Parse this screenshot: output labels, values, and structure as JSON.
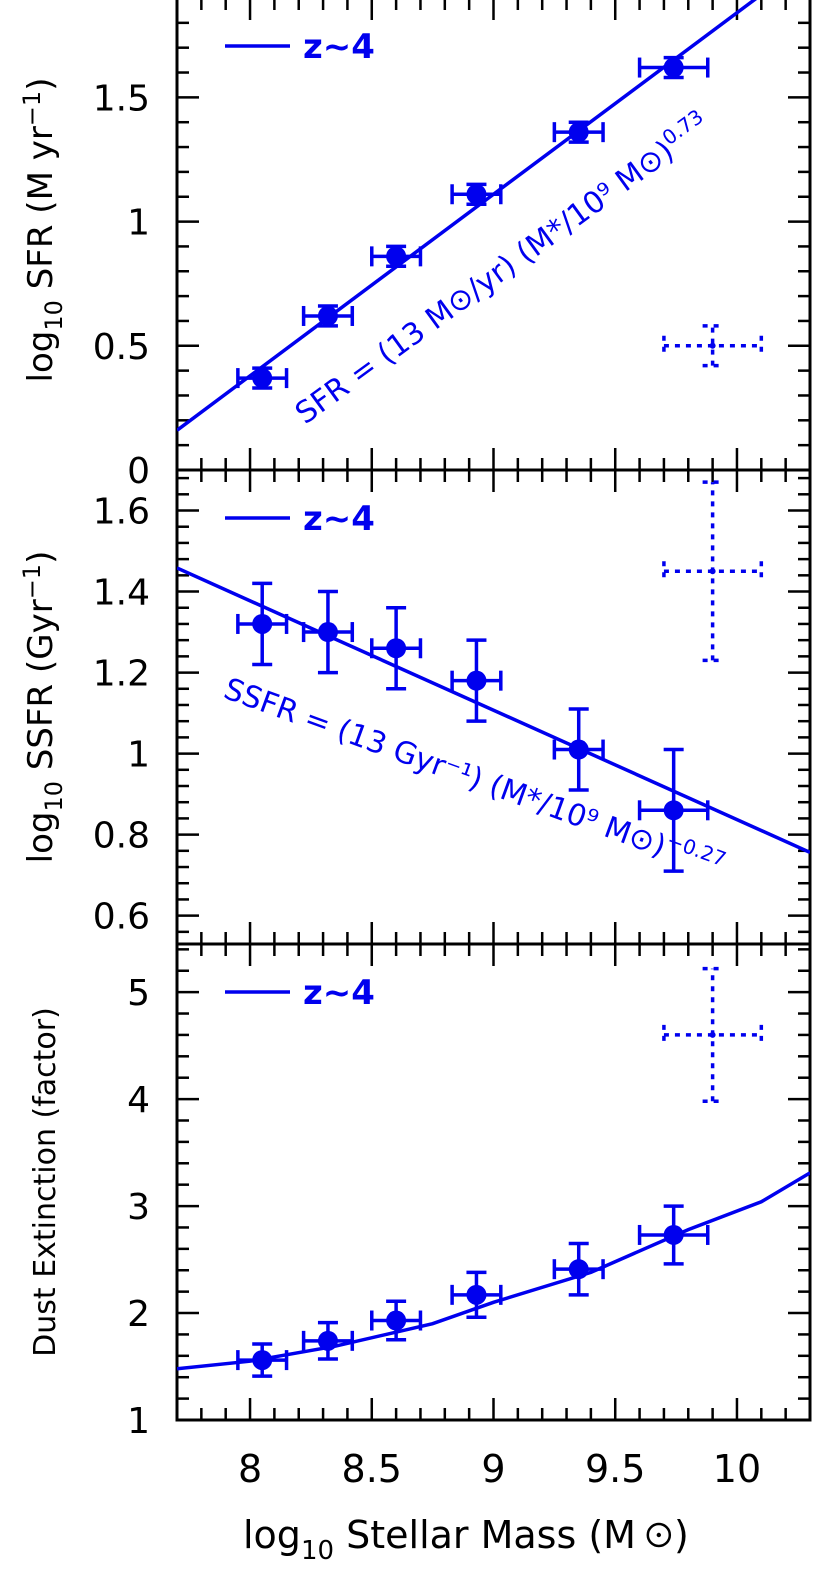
{
  "colors": {
    "series": "#0000ee",
    "axes": "#000000",
    "background": "#ffffff"
  },
  "xaxis": {
    "label_log": "log",
    "label_sub": "10",
    "label_main": "Stellar Mass (M",
    "label_close": ")",
    "range": [
      7.7,
      10.3
    ],
    "ticks": [
      8,
      8.5,
      9,
      9.5,
      10
    ],
    "tick_labels": [
      "8",
      "8.5",
      "9",
      "9.5",
      "10"
    ]
  },
  "chart_data": [
    {
      "type": "scatter",
      "panel": "top",
      "ylabel": {
        "log": "log",
        "sub": "10",
        "main": "SFR (M",
        "mid": " yr",
        "sup": "−1",
        "close": ")"
      },
      "ylim": [
        0,
        1.9
      ],
      "yticks": [
        0,
        0.5,
        1,
        1.5
      ],
      "ytick_labels": [
        "0",
        "0.5",
        "1",
        "1.5"
      ],
      "legend": {
        "label": "z~4",
        "position": "top-left"
      },
      "series": [
        {
          "name": "z~4",
          "points": [
            {
              "x": 8.05,
              "y": 0.37,
              "xerr": 0.1,
              "yerr": 0.04
            },
            {
              "x": 8.32,
              "y": 0.62,
              "xerr": 0.1,
              "yerr": 0.04
            },
            {
              "x": 8.6,
              "y": 0.86,
              "xerr": 0.1,
              "yerr": 0.04
            },
            {
              "x": 8.93,
              "y": 1.11,
              "xerr": 0.1,
              "yerr": 0.04
            },
            {
              "x": 9.35,
              "y": 1.36,
              "xerr": 0.1,
              "yerr": 0.04
            },
            {
              "x": 9.74,
              "y": 1.62,
              "xerr": 0.14,
              "yerr": 0.04
            }
          ],
          "fit_line": [
            [
              7.7,
              0.16
            ],
            [
              10.3,
              2.06
            ]
          ]
        }
      ],
      "typical_error": {
        "x": 9.9,
        "y": 0.5,
        "xerr": 0.2,
        "yerr": 0.08
      },
      "annotation": {
        "text": "SFR = (13 M⊙/yr) (M*/10⁹ M⊙)",
        "sup": "0.73"
      }
    },
    {
      "type": "scatter",
      "panel": "middle",
      "ylabel": {
        "log": "log",
        "sub": "10",
        "main": "SSFR (Gyr",
        "sup": "−1",
        "close": ")"
      },
      "ylim": [
        0.53,
        1.7
      ],
      "yticks": [
        0.6,
        0.8,
        1.0,
        1.2,
        1.4,
        1.6
      ],
      "ytick_labels": [
        "0.6",
        "0.8",
        "1",
        "1.2",
        "1.4",
        "1.6"
      ],
      "legend": {
        "label": "z~4",
        "position": "top-left"
      },
      "series": [
        {
          "name": "z~4",
          "points": [
            {
              "x": 8.05,
              "y": 1.32,
              "xerr": 0.1,
              "yerr": 0.1
            },
            {
              "x": 8.32,
              "y": 1.3,
              "xerr": 0.1,
              "yerr": 0.1
            },
            {
              "x": 8.6,
              "y": 1.26,
              "xerr": 0.1,
              "yerr": 0.1
            },
            {
              "x": 8.93,
              "y": 1.18,
              "xerr": 0.1,
              "yerr": 0.1
            },
            {
              "x": 9.35,
              "y": 1.01,
              "xerr": 0.1,
              "yerr": 0.1
            },
            {
              "x": 9.74,
              "y": 0.86,
              "xerr": 0.14,
              "yerr": 0.15
            }
          ],
          "fit_line": [
            [
              7.7,
              1.458
            ],
            [
              10.3,
              0.756
            ]
          ]
        }
      ],
      "typical_error": {
        "x": 9.9,
        "y": 1.45,
        "xerr": 0.2,
        "yerr": 0.22
      },
      "annotation": {
        "text": "SSFR = (13 Gyr⁻¹) (M*/10⁹ M⊙)",
        "sup": "−0.27"
      }
    },
    {
      "type": "scatter",
      "panel": "bottom",
      "ylabel": {
        "main": "Dust Extinction (factor)"
      },
      "ylim": [
        1,
        5.45
      ],
      "yticks": [
        1,
        2,
        3,
        4,
        5
      ],
      "ytick_labels": [
        "1",
        "2",
        "3",
        "4",
        "5"
      ],
      "legend": {
        "label": "z~4",
        "position": "top-left"
      },
      "series": [
        {
          "name": "z~4",
          "points": [
            {
              "x": 8.05,
              "y": 1.56,
              "xerr": 0.1,
              "yerr": 0.15
            },
            {
              "x": 8.32,
              "y": 1.74,
              "xerr": 0.1,
              "yerr": 0.17
            },
            {
              "x": 8.6,
              "y": 1.93,
              "xerr": 0.1,
              "yerr": 0.18
            },
            {
              "x": 8.93,
              "y": 2.17,
              "xerr": 0.1,
              "yerr": 0.21
            },
            {
              "x": 9.35,
              "y": 2.41,
              "xerr": 0.1,
              "yerr": 0.24
            },
            {
              "x": 9.74,
              "y": 2.73,
              "xerr": 0.14,
              "yerr": 0.27
            }
          ],
          "fit_line": [
            [
              7.7,
              1.48
            ],
            [
              8.0,
              1.55
            ],
            [
              8.35,
              1.69
            ],
            [
              8.75,
              1.9
            ],
            [
              9.0,
              2.1
            ],
            [
              9.4,
              2.38
            ],
            [
              9.8,
              2.78
            ],
            [
              10.1,
              3.04
            ],
            [
              10.3,
              3.31
            ]
          ]
        }
      ],
      "typical_error": {
        "x": 9.9,
        "y": 4.6,
        "xerr": 0.2,
        "yerr": 0.62
      }
    }
  ]
}
